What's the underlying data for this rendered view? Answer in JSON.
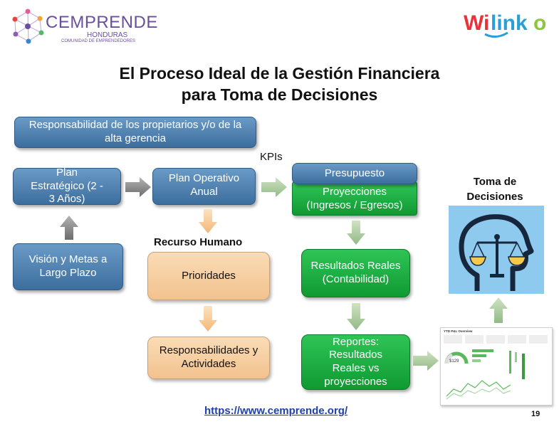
{
  "logo_cemprende": {
    "name": "CEMPRENDE",
    "sub": "HONDURAS",
    "tagline": "COMUNIDAD DE EMPRENDEDORES"
  },
  "logo_wilinko": {
    "name": "WILINKO"
  },
  "title": {
    "line1": "El Proceso Ideal de la Gestión Financiera",
    "line2": "para Toma de Decisiones"
  },
  "boxes": {
    "responsabilidad": "Responsabilidad de los propietarios y/o de la alta gerencia",
    "plan_estrategico": "Plan Estratégico (2 - 3 Años)",
    "plan_operativo": "Plan Operativo Anual",
    "vision": "Visión y Metas a Largo Plazo",
    "presupuesto": "Presupuesto",
    "proyecciones": "Proyecciones (Ingresos / Egresos)",
    "prioridades": "Prioridades",
    "responsabilidades": "Responsabilidades y Actividades",
    "resultados_reales": "Resultados Reales (Contabilidad)",
    "reportes": "Reportes: Resultados Reales vs proyecciones"
  },
  "labels": {
    "kpis": "KPIs",
    "recurso_humano": "Recurso Humano",
    "toma_decisiones_1": "Toma de",
    "toma_decisiones_2": "Decisiones"
  },
  "dashboard": {
    "title": "YTD P&L Overview",
    "kpi_value": "$129"
  },
  "footer": {
    "url": "https://www.cemprende.org/",
    "page_number": "19"
  },
  "colors": {
    "blue": "#3c6e9e",
    "green": "#109a32",
    "tan": "#f2c28e",
    "arrow_gray": "#8c8c8c",
    "arrow_tan": "#f5c690",
    "arrow_green": "#a9c79a",
    "link": "#1f3fae"
  }
}
